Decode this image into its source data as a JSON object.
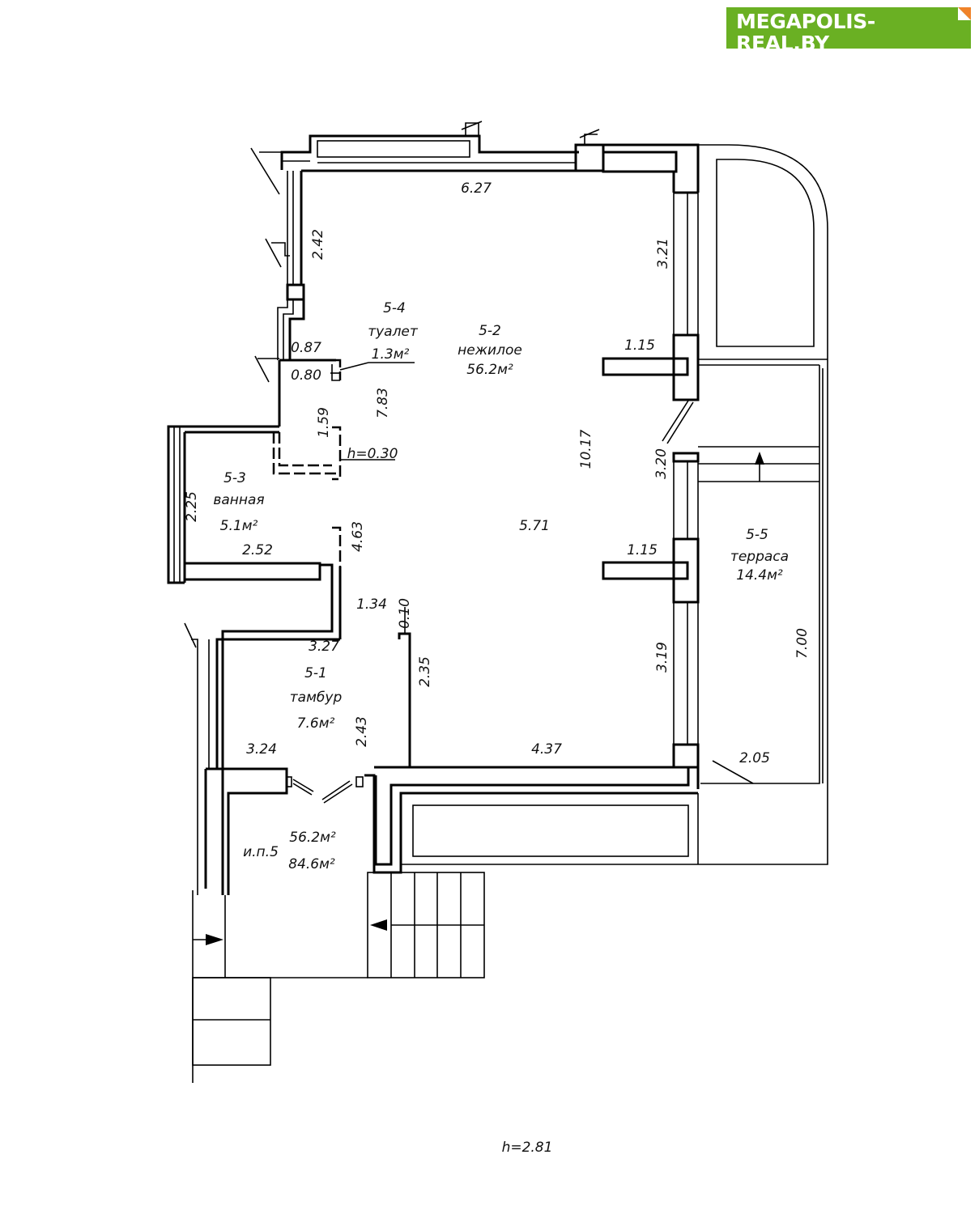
{
  "logo": {
    "title": "MEGAPOLIS-REAL.BY",
    "subtitle": "портал о коммерческой недвижимости в Беларуси",
    "color": "#6ab023",
    "accent": "#f0832a"
  },
  "rooms": [
    {
      "id": "5-1",
      "name": "тамбур",
      "area": "7.6м²"
    },
    {
      "id": "5-2",
      "name": "нежилое",
      "area": "56.2м²"
    },
    {
      "id": "5-3",
      "name": "ванная",
      "area": "5.1м²"
    },
    {
      "id": "5-4",
      "name": "туалет",
      "area": "1.3м²"
    },
    {
      "id": "5-5",
      "name": "терраса",
      "area": "14.4м²"
    }
  ],
  "summary": {
    "label": "и.п.5",
    "area_main": "56.2м²",
    "area_total": "84.6м²"
  },
  "dimensions": {
    "top_wall": "6.27",
    "left_upper": "2.42",
    "right_upper": "3.21",
    "pier_upper": "1.15",
    "toilet_width": "0.87",
    "toilet_door": "0.80",
    "height_783": "7.83",
    "bath_depth": "1.59",
    "sill": "h=0.30",
    "main_height": "10.17",
    "right_mid": "3.20",
    "bath_left": "2.25",
    "main_width": "5.71",
    "bath_gap": "4.63",
    "bath_width": "2.52",
    "pier_lower": "1.15",
    "corridor": "1.34",
    "wall_thk": "0.10",
    "vest_top": "3.27",
    "vest_right": "2.35",
    "right_lower": "3.19",
    "terrace_len": "7.00",
    "vest_bottom": "3.24",
    "vest_height": "2.43",
    "bottom_wall": "4.37",
    "terrace_width": "2.05"
  },
  "ceiling_height": "h=2.81"
}
